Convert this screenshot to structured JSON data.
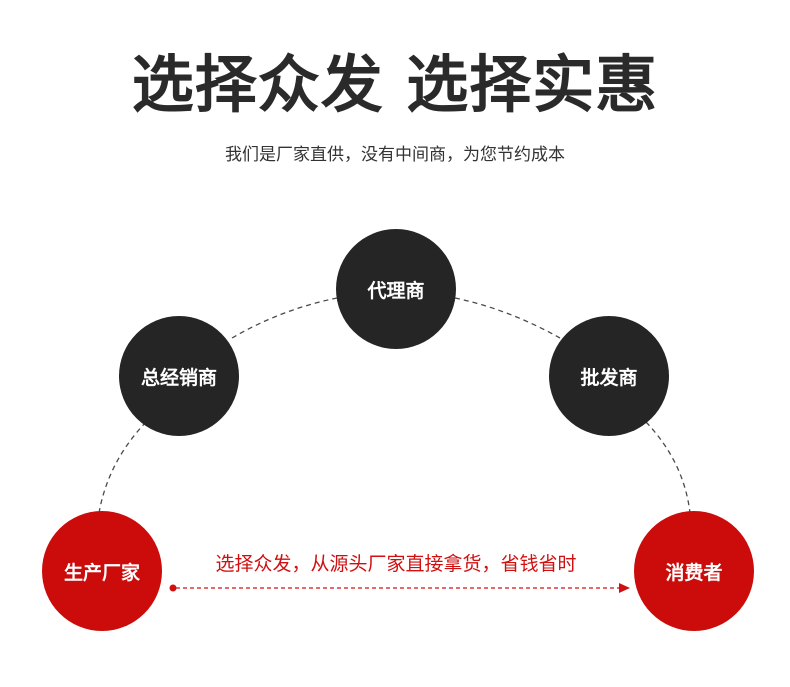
{
  "header": {
    "title": "选择众发 选择实惠",
    "subtitle": "我们是厂家直供，没有中间商，为您节约成本"
  },
  "nodes": {
    "agent": "代理商",
    "distributor": "总经销商",
    "wholesaler": "批发商",
    "manufacturer": "生产厂家",
    "consumer": "消费者"
  },
  "direct_path": {
    "label": "选择众发，从源头厂家直接拿货，省钱省时"
  },
  "colors": {
    "dark_node": "#252525",
    "red_node": "#cc0b0b",
    "accent_text": "#d01010",
    "dashed_line": "#4a4a4a"
  }
}
